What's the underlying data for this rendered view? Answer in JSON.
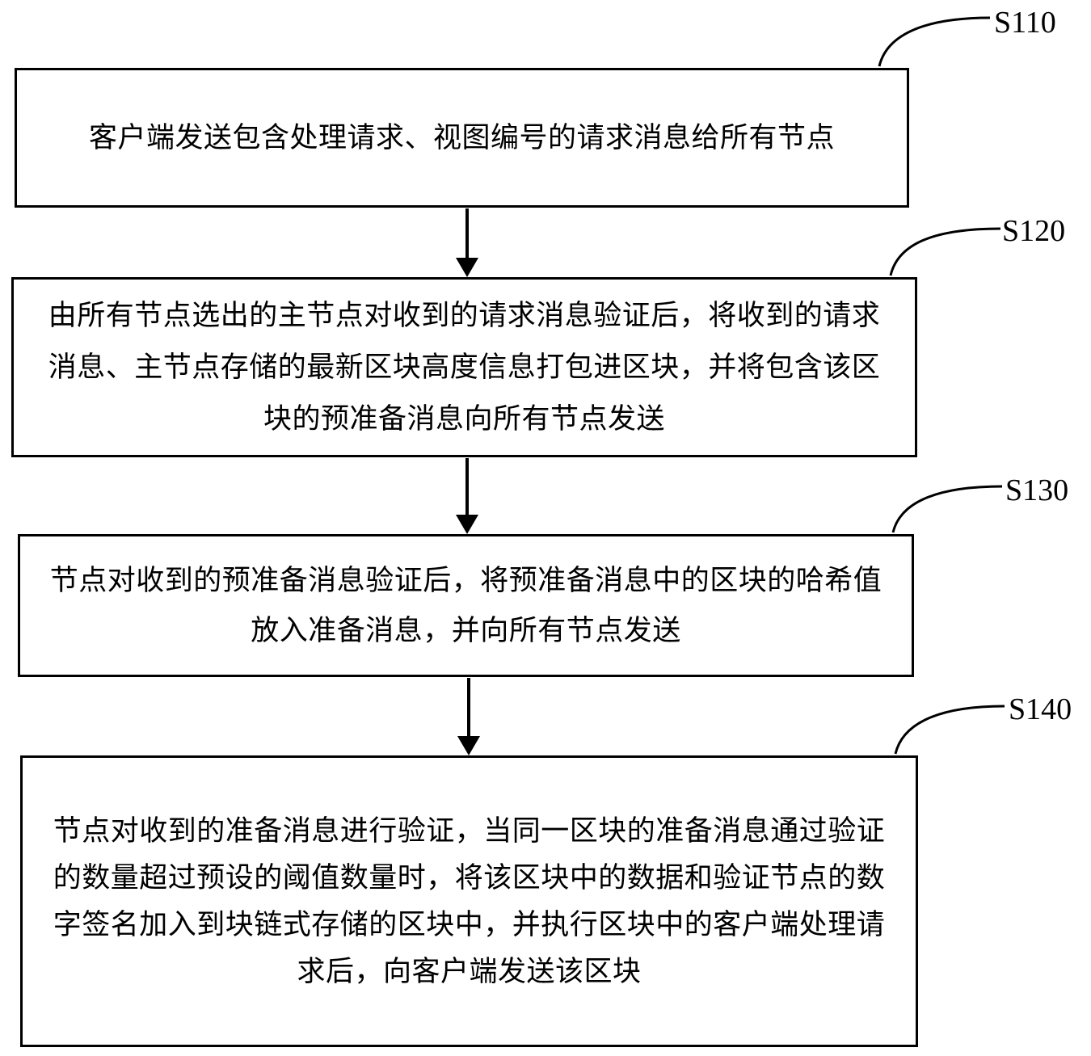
{
  "steps": [
    {
      "label": "S110",
      "text": "客户端发送包含处理请求、视图编号的请求消息给所有节点"
    },
    {
      "label": "S120",
      "text": "由所有节点选出的主节点对收到的请求消息验证后，将收到的请求消息、主节点存储的最新区块高度信息打包进区块，并将包含该区块的预准备消息向所有节点发送"
    },
    {
      "label": "S130",
      "text": "节点对收到的预准备消息验证后，将预准备消息中的区块的哈希值放入准备消息，并向所有节点发送"
    },
    {
      "label": "S140",
      "text": "节点对收到的准备消息进行验证，当同一区块的准备消息通过验证的数量超过预设的阈值数量时，将该区块中的数据和验证节点的数字签名加入到块链式存储的区块中，并执行区块中的客户端处理请求后，向客户端发送该区块"
    }
  ],
  "colors": {
    "stroke": "#000000",
    "background": "#ffffff"
  }
}
